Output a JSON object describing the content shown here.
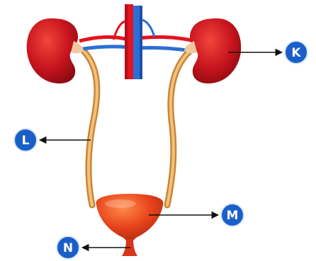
{
  "labels": {
    "k": "K",
    "l": "L",
    "m": "M",
    "n": "N"
  },
  "colors": {
    "kidney": "#c8141e",
    "artery": "#e3131f",
    "vein": "#2b6fd6",
    "ureter": "#d89a4c",
    "bladder": "#e8441c",
    "badge": "#1a5fc8",
    "arrow": "#111111"
  }
}
